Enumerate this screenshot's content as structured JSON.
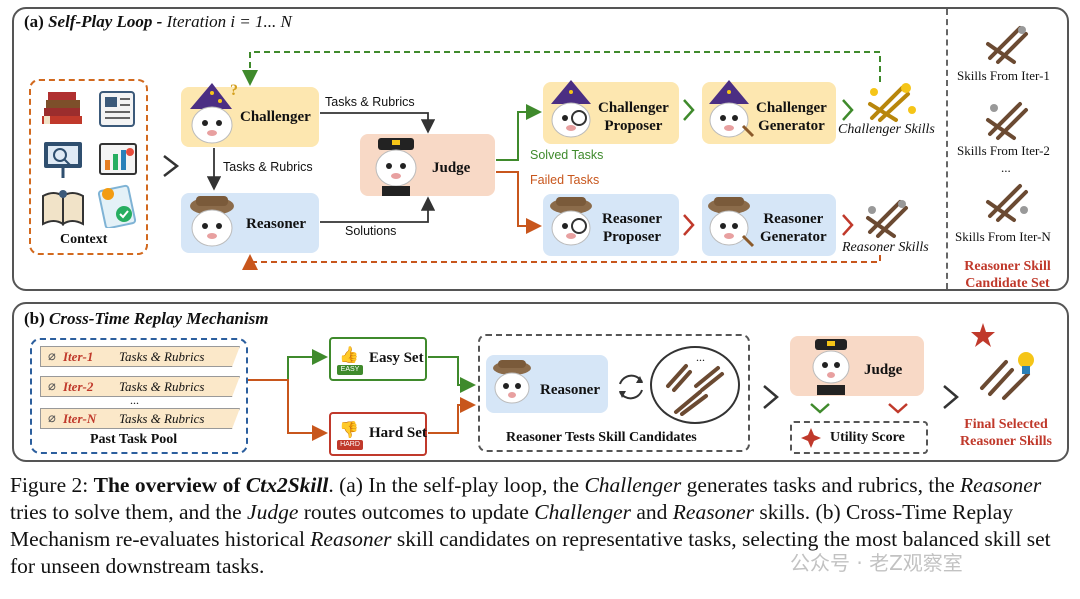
{
  "panel_a": {
    "label": "(a)",
    "title": "Self-Play Loop -",
    "subtitle": "Iteration i = 1... N"
  },
  "panel_b": {
    "label": "(b)",
    "title": "Cross-Time Replay Mechanism"
  },
  "context": {
    "label": "Context"
  },
  "nodes": {
    "challenger": "Challenger",
    "reasoner": "Reasoner",
    "judge": "Judge",
    "challenger_proposer": [
      "Challenger",
      "Proposer"
    ],
    "challenger_generator": [
      "Challenger",
      "Generator"
    ],
    "reasoner_proposer": [
      "Reasoner",
      "Proposer"
    ],
    "reasoner_generator": [
      "Reasoner",
      "Generator"
    ]
  },
  "edges": {
    "tasks_rubrics_top": "Tasks & Rubrics",
    "tasks_rubrics_down": "Tasks & Rubrics",
    "solutions": "Solutions",
    "solved": "Solved Tasks",
    "failed": "Failed  Tasks"
  },
  "skills": {
    "challenger_skills": "Challenger Skills",
    "reasoner_skills": "Reasoner Skills"
  },
  "candidate_set": {
    "iter1": "Skills From Iter-1",
    "iter2": "Skills From Iter-2",
    "dots": "...",
    "iterN": "Skills From Iter-N",
    "title_line1": "Reasoner Skill",
    "title_line2": "Candidate Set"
  },
  "past_pool": {
    "rows": [
      {
        "iter": "Iter-1",
        "text": "Tasks & Rubrics"
      },
      {
        "iter": "Iter-2",
        "text": "Tasks & Rubrics"
      },
      {
        "iter": "Iter-N",
        "text": "Tasks & Rubrics"
      }
    ],
    "dots": "...",
    "label": "Past Task Pool"
  },
  "sets": {
    "easy": "Easy Set",
    "easy_tag": "EASY",
    "hard": "Hard Set",
    "hard_tag": "HARD"
  },
  "replay": {
    "reasoner": "Reasoner",
    "group_label": "Reasoner Tests Skill Candidates",
    "dots": "...",
    "judge": "Judge",
    "utility": "Utility Score",
    "final_line1": "Final Selected",
    "final_line2": "Reasoner Skills"
  },
  "caption": {
    "fig": "Figure 2:",
    "bold": "The overview of",
    "name": "Ctx2Skill",
    "t1": ". (a) In the self-play loop, the",
    "challenger": "Challenger",
    "t2": "generates tasks and rubrics, the",
    "reasoner": "Reasoner",
    "t3": "tries to solve them, and the",
    "judge": "Judge",
    "t4": "routes outcomes to update",
    "challenger2": "Challenger",
    "t5": "and",
    "reasoner2": "Reasoner",
    "t6": "skills. (b) Cross-Time Replay Mechanism re-evaluates historical",
    "reasoner3": "Reasoner",
    "t7": "skill candidates on representative tasks, selecting the most balanced skill set for unseen downstream tasks."
  },
  "colors": {
    "challenger_fill": "#fde7b0",
    "reasoner_fill": "#d6e6f7",
    "judge_fill": "#f8d9c6",
    "green": "#3f8a2c",
    "orange": "#c8561c",
    "red": "#c0392b",
    "easy_border": "#3f8a2c",
    "hard_border": "#c0392b"
  },
  "watermark": "公众号 · 老Z观察室"
}
